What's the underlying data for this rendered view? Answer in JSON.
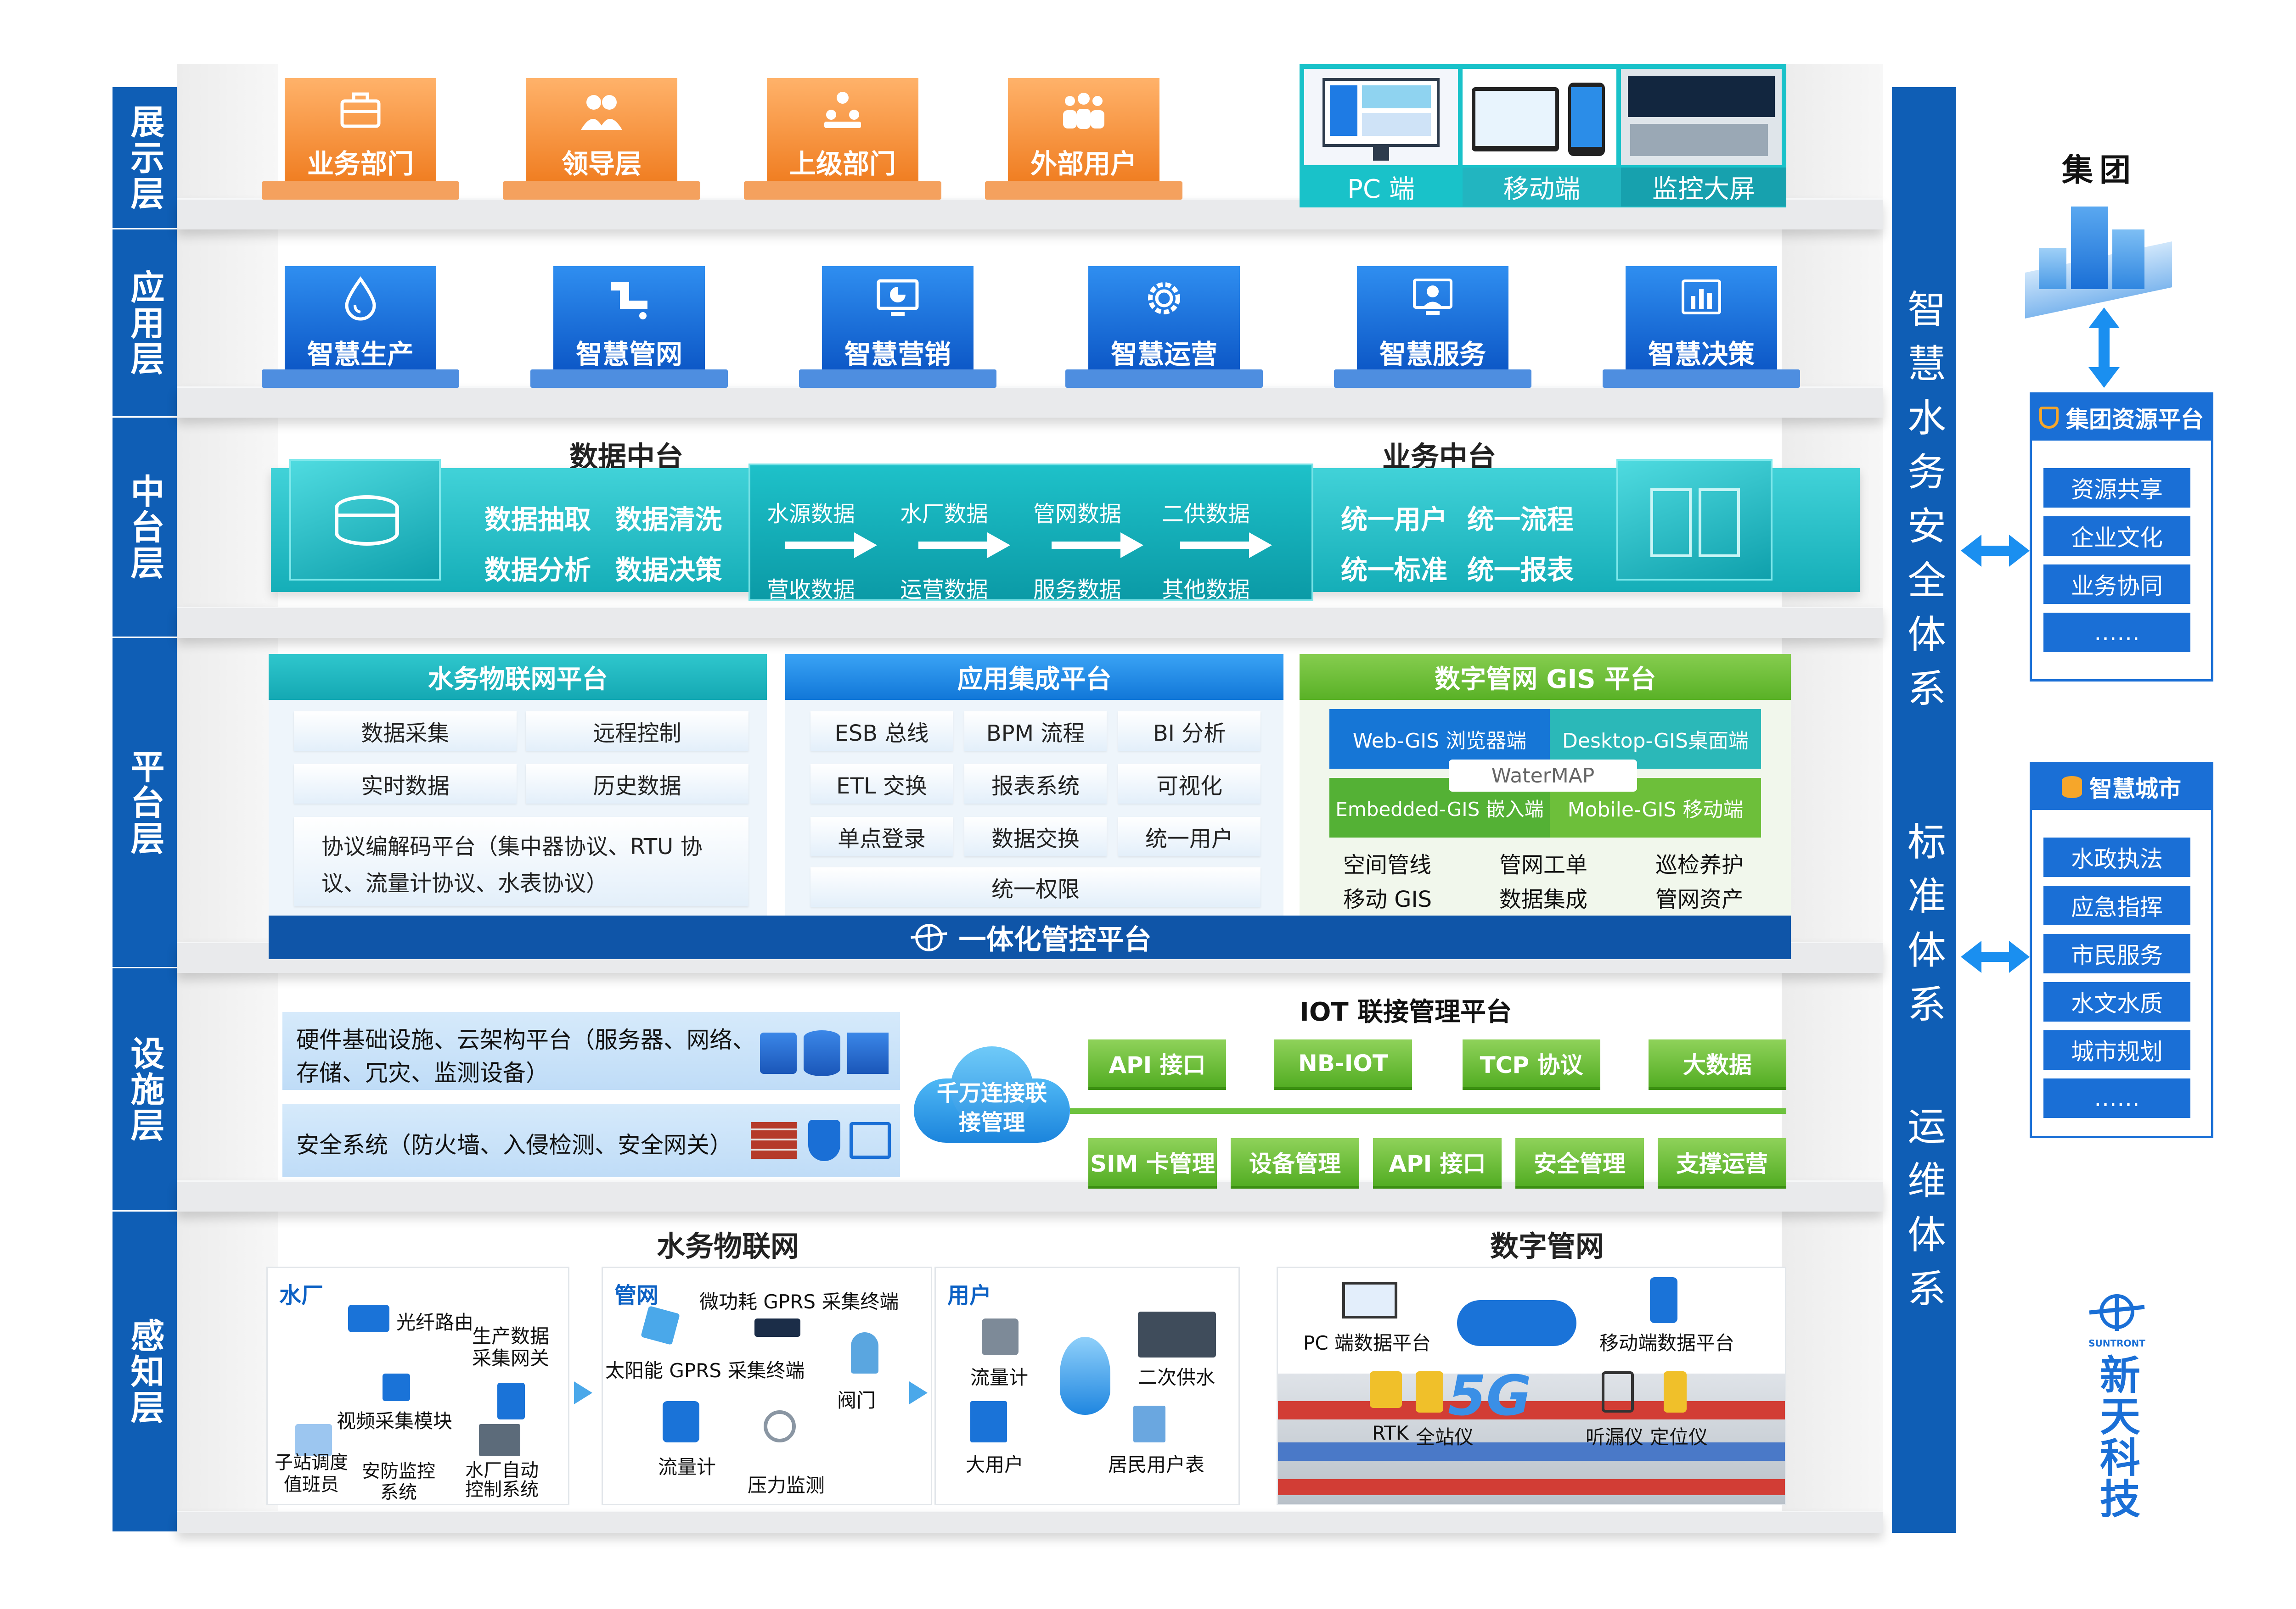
{
  "layers": [
    "展示层",
    "应用层",
    "中台层",
    "平台层",
    "设施层",
    "感知层"
  ],
  "display": {
    "users": [
      "业务部门",
      "领导层",
      "上级部门",
      "外部用户"
    ],
    "terminals": [
      "PC 端",
      "移动端",
      "监控大屏"
    ]
  },
  "apps": [
    "智慧生产",
    "智慧管网",
    "智慧营销",
    "智慧运营",
    "智慧服务",
    "智慧决策"
  ],
  "midplatform": {
    "data_title": "数据中台",
    "business_title": "业务中台",
    "data_ops": [
      "数据抽取",
      "数据清洗",
      "数据分析",
      "数据决策"
    ],
    "data_top": [
      "水源数据",
      "水厂数据",
      "管网数据",
      "二供数据"
    ],
    "data_bottom": [
      "营收数据",
      "运营数据",
      "服务数据",
      "其他数据"
    ],
    "business_ops": [
      "统一用户",
      "统一流程",
      "统一标准",
      "统一报表"
    ]
  },
  "platform": {
    "iot_title": "水务物联网平台",
    "iot_cells": [
      "数据采集",
      "远程控制",
      "实时数据",
      "历史数据"
    ],
    "iot_protocol": "协议编解码平台（集中器协议、RTU 协议、流量计协议、水表协议）",
    "int_title": "应用集成平台",
    "int_cells": [
      "ESB 总线",
      "BPM 流程",
      "BI 分析",
      "ETL 交换",
      "报表系统",
      "可视化",
      "单点登录",
      "数据交换",
      "统一用户",
      "统一权限"
    ],
    "gis_title": "数字管网 GIS 平台",
    "gis_web": "Web-GIS 浏览器端",
    "gis_desktop": "Desktop-GIS桌面端",
    "gis_watermap": "WaterMAP",
    "gis_embedded": "Embedded-GIS 嵌入端",
    "gis_mobile": "Mobile-GIS 移动端",
    "gis_items": [
      "空间管线",
      "管网工单",
      "巡检养护",
      "移动 GIS",
      "数据集成",
      "管网资产"
    ],
    "unified": "一体化管控平台"
  },
  "facility": {
    "hardware": "硬件基础设施、云架构平台（服务器、网络、存储、冗灾、监测设备）",
    "security": "安全系统（防火墙、入侵检测、安全网关）",
    "cloud": "千万连接联接管理",
    "iot_mgmt_title": "IOT 联接管理平台",
    "top_btns": [
      "API 接口",
      "NB-IOT",
      "TCP 协议",
      "大数据"
    ],
    "bottom_btns": [
      "SIM 卡管理",
      "设备管理",
      "API 接口",
      "安全管理",
      "支撑运营"
    ]
  },
  "perception": {
    "iot_title": "水务物联网",
    "digital_title": "数字管网",
    "plant": {
      "title": "水厂",
      "router": "光纤路由",
      "gateway": "生产数据采集网关",
      "video": "视频采集模块",
      "duty": "子站调度值班员",
      "security": "安防监控系统",
      "control": "水厂自动控制系统"
    },
    "network": {
      "title": "管网",
      "gprs_low": "微功耗 GPRS 采集终端",
      "gprs_solar": "太阳能 GPRS 采集终端",
      "valve": "阀门",
      "flow": "流量计",
      "pressure": "压力监测"
    },
    "user": {
      "title": "用户",
      "flow": "流量计",
      "secondary": "二次供水",
      "big_user": "大用户",
      "resident": "居民用户表"
    },
    "digital": {
      "pc": "PC 端数据平台",
      "mobile": "移动端数据平台",
      "rtk": "RTK",
      "total_station": "全站仪",
      "fiveg": "5G",
      "leak": "听漏仪",
      "locator": "定位仪"
    }
  },
  "systems": {
    "smart": "智慧水务安全体系",
    "standard": "标准体系",
    "ops": "运维体系"
  },
  "right": {
    "group": "集团",
    "group_platform": "集团资源平台",
    "group_items": [
      "资源共享",
      "企业文化",
      "业务协同",
      "……"
    ],
    "city": "智慧城市",
    "city_items": [
      "水政执法",
      "应急指挥",
      "市民服务",
      "水文水质",
      "城市规划",
      "……"
    ]
  },
  "logo": {
    "en": "SUNTRONT",
    "cn": "新天科技"
  },
  "colors": {
    "layer": "#0f5eb5",
    "orange": "#f28a35",
    "blue": "#1670dc",
    "teal": "#22c0c8",
    "green": "#6bbf35",
    "navy": "#114f9e"
  }
}
